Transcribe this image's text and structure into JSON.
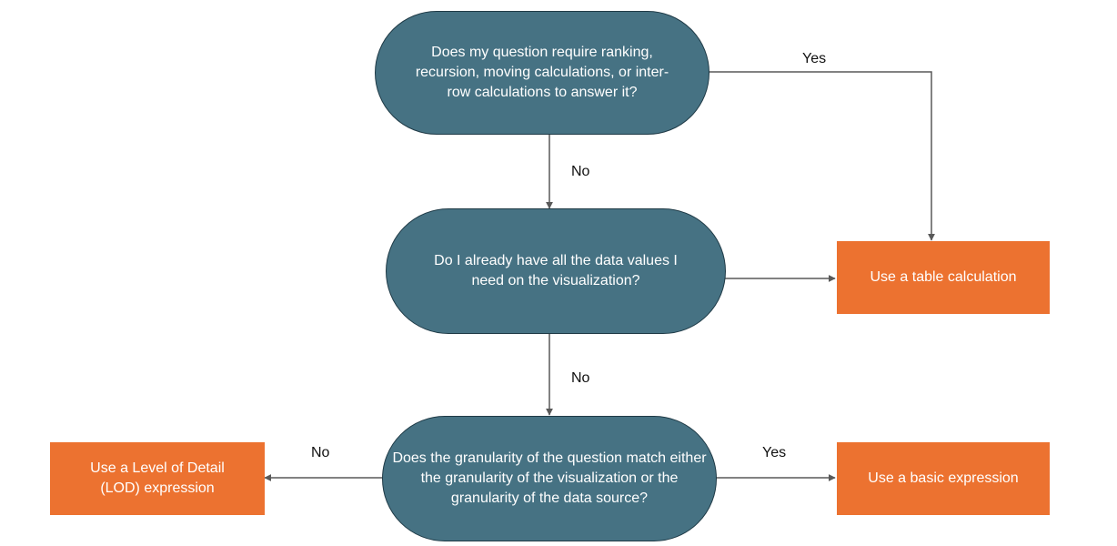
{
  "decisions": {
    "q1": "Does my question require ranking, recursion, moving calculations, or inter-row calculations to answer it?",
    "q2": "Do I already have all the data values I need on the visualization?",
    "q3": "Does the granularity of the question match either the granularity of the visualization or the granularity of the data source?"
  },
  "outcomes": {
    "table_calc": "Use a table calculation",
    "lod": "Use a Level of Detail (LOD) expression",
    "basic": "Use a basic expression"
  },
  "edge_labels": {
    "q1_yes": "Yes",
    "q1_no": "No",
    "q2_no": "No",
    "q3_no": "No",
    "q3_yes": "Yes"
  },
  "colors": {
    "decision_fill": "#467283",
    "outcome_fill": "#ec7230",
    "connector": "#595959"
  }
}
